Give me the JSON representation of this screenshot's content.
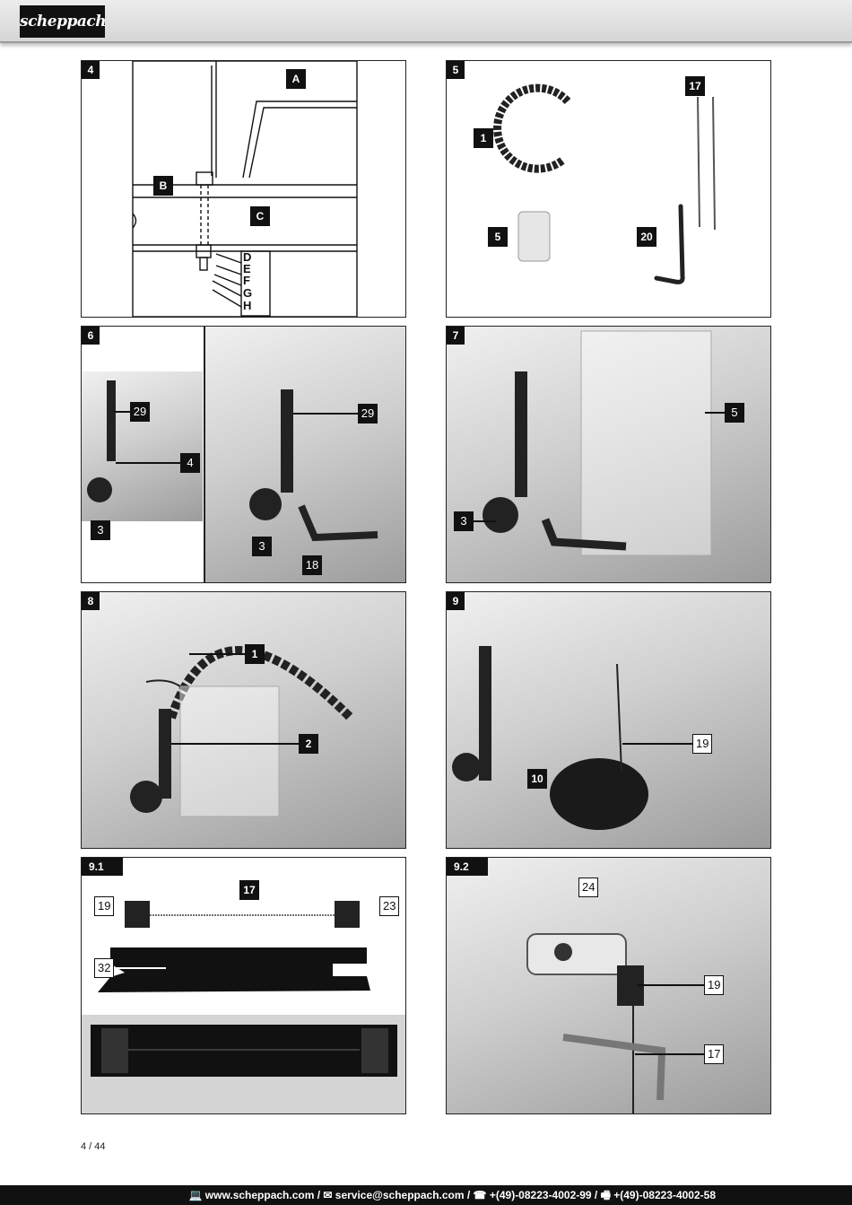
{
  "header": {
    "logo_text": "scheppach"
  },
  "figures": [
    {
      "id": "fig4",
      "number": "4",
      "labels": [
        "A",
        "B",
        "C",
        "D",
        "E",
        "F",
        "G",
        "H"
      ]
    },
    {
      "id": "fig5",
      "number": "5",
      "labels": [
        "1",
        "17",
        "5",
        "20"
      ]
    },
    {
      "id": "fig6",
      "number": "6",
      "labels": [
        "29",
        "4",
        "3",
        "29",
        "3",
        "18"
      ]
    },
    {
      "id": "fig7",
      "number": "7",
      "labels": [
        "5",
        "3"
      ]
    },
    {
      "id": "fig8",
      "number": "8",
      "labels": [
        "1",
        "2"
      ]
    },
    {
      "id": "fig9",
      "number": "9",
      "labels": [
        "19",
        "10"
      ]
    },
    {
      "id": "fig91",
      "number": "9.1",
      "labels": [
        "17",
        "19",
        "23",
        "32"
      ]
    },
    {
      "id": "fig92",
      "number": "9.2",
      "labels": [
        "24",
        "19",
        "17"
      ]
    }
  ],
  "footer": {
    "page_number": "4 / 44",
    "contact": "💻 www.scheppach.com / ✉ service@scheppach.com / ☎ +(49)-08223-4002-99 / 🖷 +(49)-08223-4002-58"
  }
}
